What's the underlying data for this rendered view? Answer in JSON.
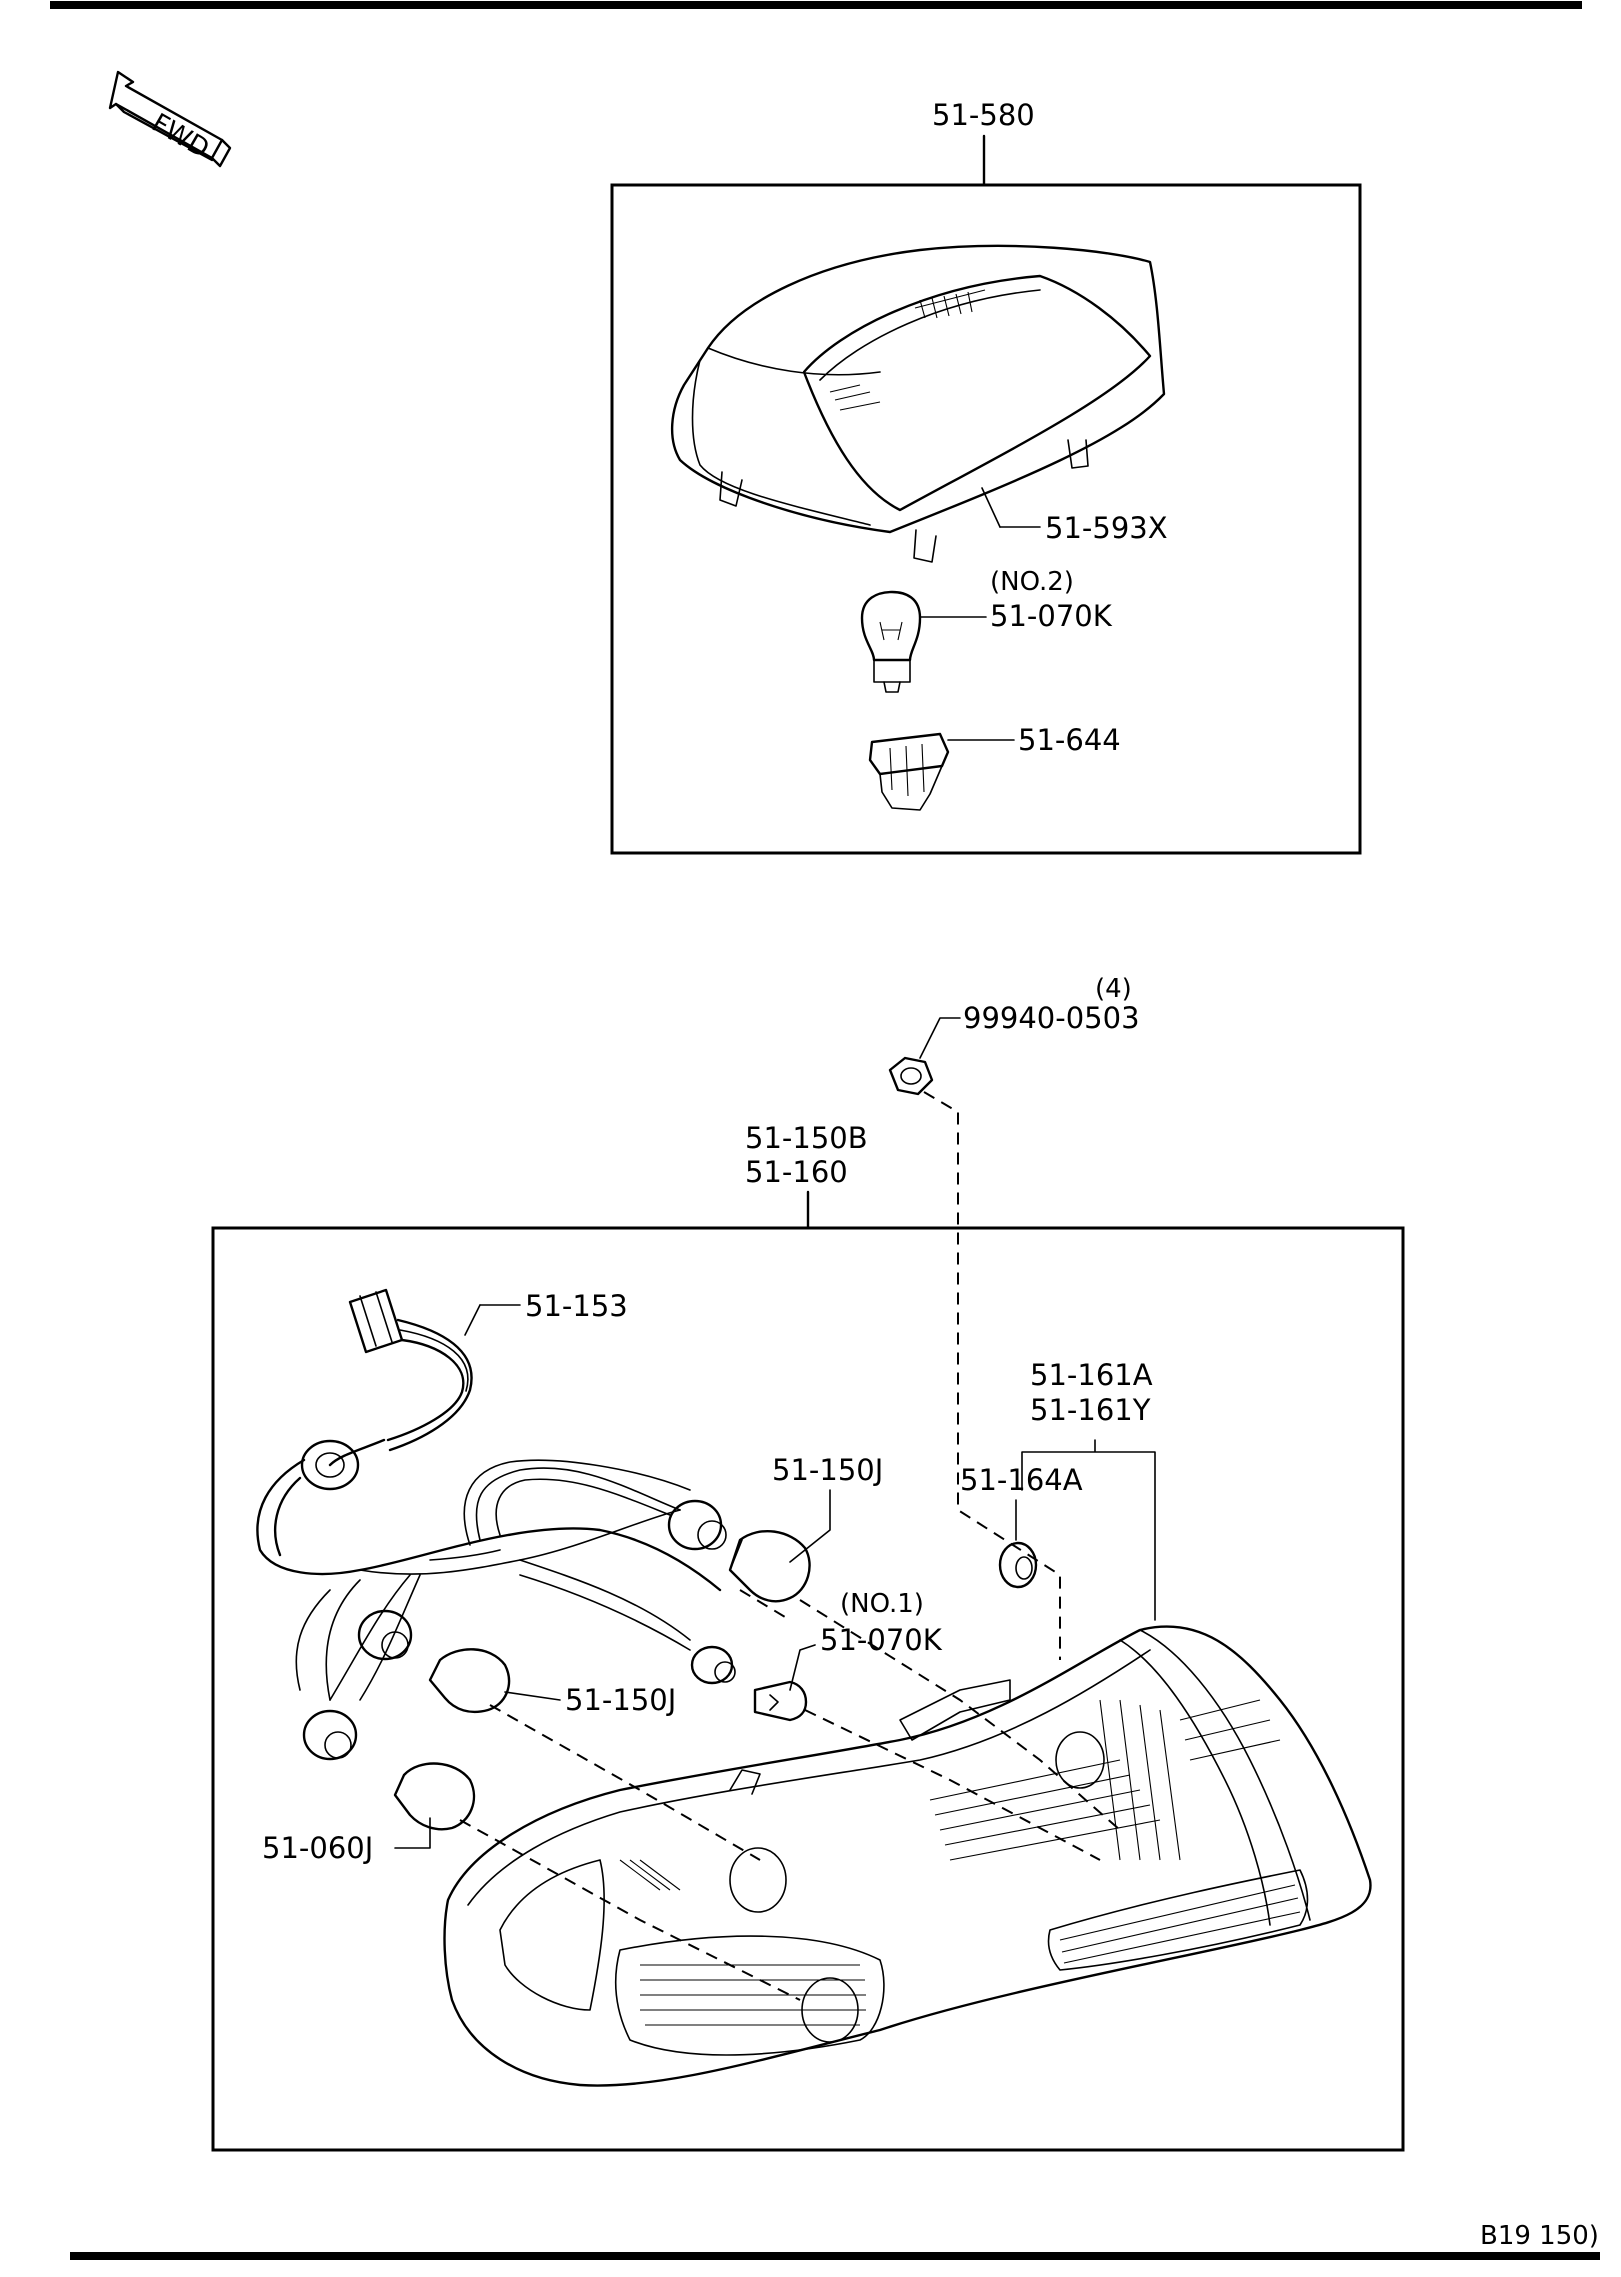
{
  "direction_indicator": {
    "label": "FWD"
  },
  "upper_assembly": {
    "assembly_label": "51-580",
    "parts": [
      {
        "label": "51-593X"
      },
      {
        "note": "(NO.2)",
        "label": "51-070K"
      },
      {
        "label": "51-644"
      }
    ]
  },
  "lower_assembly": {
    "assembly_labels": [
      "51-150B",
      "51-160"
    ],
    "nut": {
      "qty": "(4)",
      "label": "99940-0503"
    },
    "parts": [
      {
        "label": "51-153"
      },
      {
        "labels": [
          "51-161A",
          "51-161Y"
        ]
      },
      {
        "label": "51-164A"
      },
      {
        "label": "51-150J"
      },
      {
        "note": "(NO.1)",
        "label": "51-070K"
      },
      {
        "label": "51-150J"
      },
      {
        "label": "51-060J"
      }
    ]
  },
  "footer_fragment": "B19 150)"
}
